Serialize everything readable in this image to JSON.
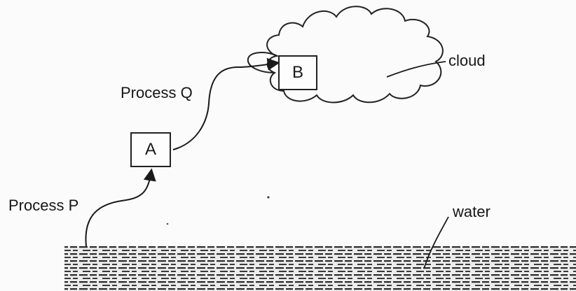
{
  "labels": {
    "process_q": "Process Q",
    "process_p": "Process P",
    "cloud": "cloud",
    "water": "water"
  },
  "boxes": {
    "a": "A",
    "b": "B"
  },
  "colors": {
    "ink": "#1a1a1a",
    "paper": "#fbfbfb"
  }
}
